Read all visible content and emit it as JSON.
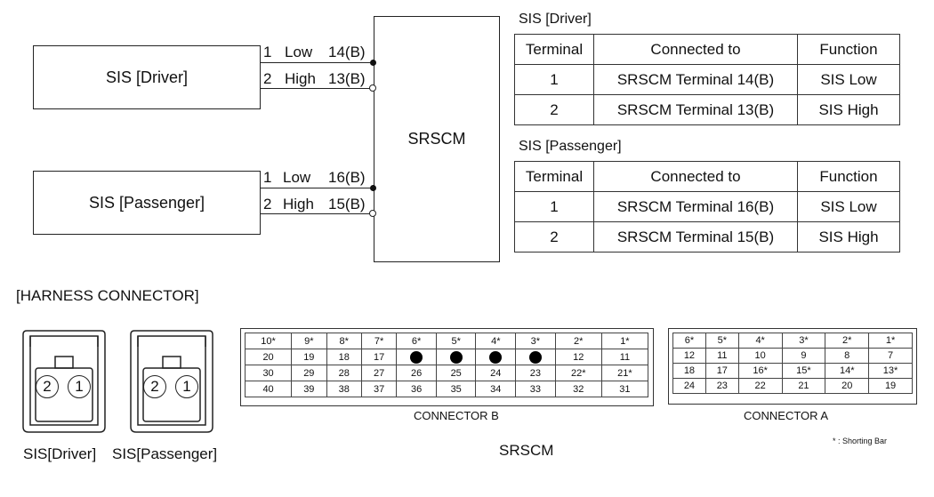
{
  "wiring": {
    "driver_box": "SIS [Driver]",
    "passenger_box": "SIS [Passenger]",
    "module_box": "SRSCM",
    "driver_wires": [
      {
        "num": "1",
        "sig": "Low",
        "term": "14(B)"
      },
      {
        "num": "2",
        "sig": "High",
        "term": "13(B)"
      }
    ],
    "passenger_wires": [
      {
        "num": "1",
        "sig": "Low",
        "term": "16(B)"
      },
      {
        "num": "2",
        "sig": "High",
        "term": "15(B)"
      }
    ]
  },
  "tables": [
    {
      "title": "SIS [Driver]",
      "headers": [
        "Terminal",
        "Connected to",
        "Function"
      ],
      "rows": [
        [
          "1",
          "SRSCM Terminal 14(B)",
          "SIS Low"
        ],
        [
          "2",
          "SRSCM Terminal 13(B)",
          "SIS High"
        ]
      ]
    },
    {
      "title": "SIS [Passenger]",
      "headers": [
        "Terminal",
        "Connected to",
        "Function"
      ],
      "rows": [
        [
          "1",
          "SRSCM Terminal 16(B)",
          "SIS Low"
        ],
        [
          "2",
          "SRSCM Terminal 15(B)",
          "SIS High"
        ]
      ]
    }
  ],
  "harness": {
    "heading": "[HARNESS CONNECTOR]",
    "sis_pins": [
      "2",
      "1"
    ],
    "sis_driver_label": "SIS[Driver]",
    "sis_passenger_label": "SIS[Passenger]",
    "connector_b": {
      "label": "CONNECTOR B",
      "rows": [
        [
          "10*",
          "9*",
          "8*",
          "7*",
          "6*",
          "5*",
          "4*",
          "3*",
          "2*",
          "1*"
        ],
        [
          "20",
          "19",
          "18",
          "17",
          "●",
          "●",
          "●",
          "●",
          "12",
          "11"
        ],
        [
          "30",
          "29",
          "28",
          "27",
          "26",
          "25",
          "24",
          "23",
          "22*",
          "21*"
        ],
        [
          "40",
          "39",
          "38",
          "37",
          "36",
          "35",
          "34",
          "33",
          "32",
          "31"
        ]
      ]
    },
    "connector_a": {
      "label": "CONNECTOR A",
      "rows": [
        [
          "6*",
          "5*",
          "4*",
          "3*",
          "2*",
          "1*"
        ],
        [
          "12",
          "11",
          "10",
          "9",
          "8",
          "7"
        ],
        [
          "18",
          "17",
          "16*",
          "15*",
          "14*",
          "13*"
        ],
        [
          "24",
          "23",
          "22",
          "21",
          "20",
          "19"
        ]
      ]
    },
    "srscm_label": "SRSCM",
    "footnote": "* : Shorting Bar"
  }
}
